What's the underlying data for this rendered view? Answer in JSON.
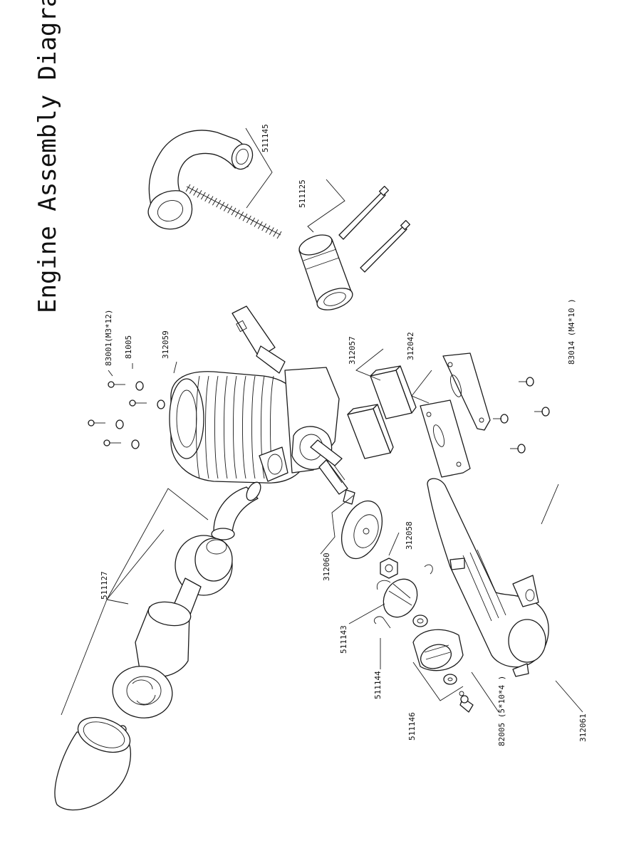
{
  "title": "Engine Assembly Diagram",
  "labels": {
    "p511145": "511145",
    "p511125": "511125",
    "p83001": "83001(M3*12)",
    "p81005": "81005",
    "p312059": "312059",
    "p312057": "312057",
    "p312042": "312042",
    "p83014": "83014 (M4*10 )",
    "p511127": "511127",
    "p312060": "312060",
    "p312058": "312058",
    "p511143": "511143",
    "p511144": "511144",
    "p511146": "511146",
    "p82005": "82005 (5*10*4 )",
    "p312061": "312061"
  }
}
